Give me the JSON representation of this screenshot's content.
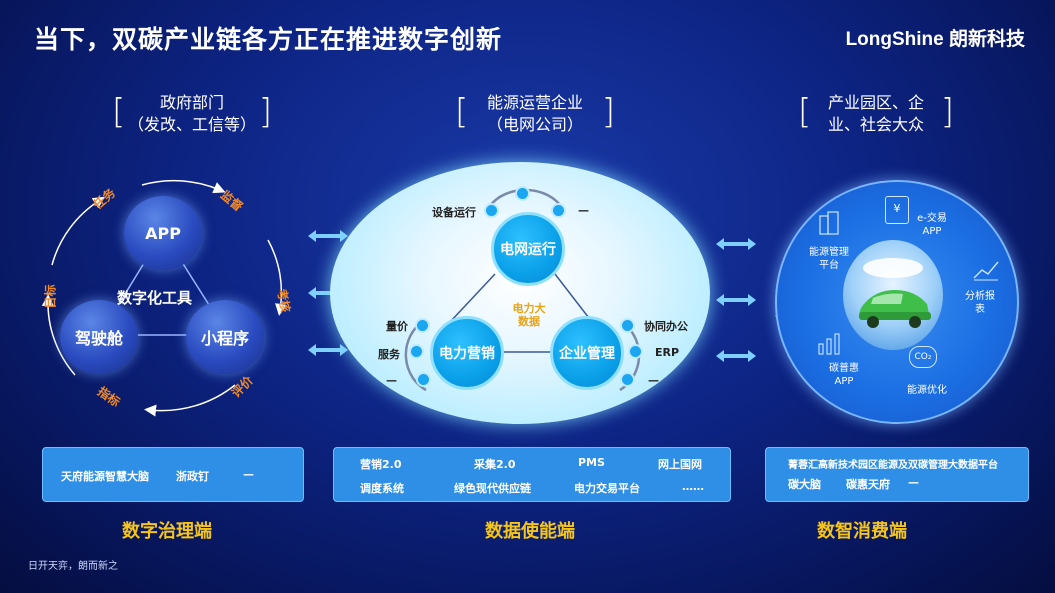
{
  "title": "当下，双碳产业链各方正在推进数字创新",
  "logo": {
    "text": "LongShine 朗新科技"
  },
  "columns": [
    {
      "header_line1": "政府部门",
      "header_line2": "（发改、工信等）",
      "footer": "数字治理端"
    },
    {
      "header_line1": "能源运营企业",
      "header_line2": "（电网公司）",
      "footer": "数据使能端"
    },
    {
      "header_line1": "产业园区、企",
      "header_line2": "业、社会大众",
      "footer": "数智消费端"
    }
  ],
  "left_diagram": {
    "center_label": "数字化工具",
    "circles": [
      "APP",
      "驾驶舱",
      "小程序"
    ],
    "cycle_labels": [
      "任务",
      "监督",
      "考核",
      "评价",
      "指标",
      "目标"
    ]
  },
  "middle_diagram": {
    "center_label": "电力大数据",
    "nodes": [
      "电网运行",
      "电力营销",
      "企业管理"
    ],
    "top_items": [
      "设备运行",
      "—"
    ],
    "left_items": [
      "量价",
      "服务",
      "—"
    ],
    "right_items": [
      "协同办公",
      "ERP",
      "—"
    ]
  },
  "right_diagram": {
    "items": [
      "能源管理平台",
      "e-交易APP",
      "分析报表",
      "碳普惠APP",
      "能源优化"
    ],
    "icon_glyphs": [
      "¥",
      "CO₂"
    ]
  },
  "boxes": {
    "left": [
      "天府能源智慧大脑",
      "浙政钉",
      "—"
    ],
    "middle": [
      "营销2.0",
      "采集2.0",
      "PMS",
      "网上国网",
      "调度系统",
      "绿色现代供应链",
      "电力交易平台",
      "……"
    ],
    "right": [
      "菁蓉汇高新技术园区能源及双碳管理大数据平台",
      "碳大脑",
      "碳惠天府",
      "—"
    ]
  },
  "footer_note": "日开天弈，朗而新之",
  "colors": {
    "accent_orange": "#f08a2a",
    "label_yellow": "#f5c518",
    "box_blue": "#2f8fe6"
  }
}
